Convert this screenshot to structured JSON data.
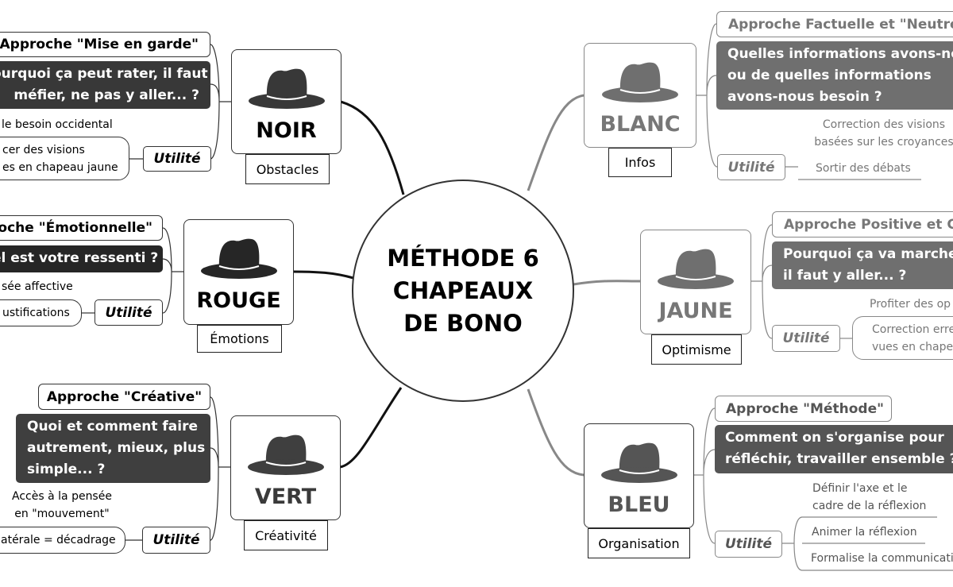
{
  "center": {
    "lines": [
      "MÉTHODE 6",
      "CHAPEAUX",
      "DE BONO"
    ]
  },
  "colors": {
    "dark": "#383838",
    "grey": "#6f6f6f"
  },
  "hats": {
    "noir": {
      "name": "NOIR",
      "label": "Obstacles",
      "approach": "Approche \"Mise en garde\"",
      "question": [
        "ourquoi ça peut rater, il faut",
        "méfier, ne pas y aller... ?"
      ],
      "note": "le besoin occidental",
      "utility": "Utilité",
      "uses": [
        "cer des visions",
        "es en chapeau jaune"
      ]
    },
    "rouge": {
      "name": "ROUGE",
      "label": "Émotions",
      "approach": "roche \"Émotionnelle\"",
      "question": [
        "el est votre ressenti ?"
      ],
      "note": "sée affective",
      "utility": "Utilité",
      "uses": [
        "ustifications"
      ]
    },
    "vert": {
      "name": "VERT",
      "label": "Créativité",
      "approach": "Approche \"Créative\"",
      "question": [
        "Quoi et comment faire",
        "autrement, mieux, plus",
        "simple... ?"
      ],
      "note": [
        "Accès à la pensée",
        "en \"mouvement\""
      ],
      "utility": "Utilité",
      "uses": [
        "atérale = décadrage"
      ]
    },
    "blanc": {
      "name": "BLANC",
      "label": "Infos",
      "approach": "Approche Factuelle et \"Neutre\"",
      "question": [
        "Quelles informations avons-nous",
        "ou de quelles informations",
        "avons-nous besoin ?"
      ],
      "note": [
        "Correction des visions",
        "basées sur les croyances"
      ],
      "utility": "Utilité",
      "uses": [
        "Sortir des débats"
      ]
    },
    "jaune": {
      "name": "JAUNE",
      "label": "Optimisme",
      "approach": "Approche Positive et Co",
      "question": [
        "Pourquoi ça va marcher,",
        "il faut y aller... ?"
      ],
      "note": "Profiter des op",
      "utility": "Utilité",
      "uses": [
        "Correction erre",
        "vues en chapea"
      ]
    },
    "bleu": {
      "name": "BLEU",
      "label": "Organisation",
      "approach": "Approche \"Méthode\"",
      "question": [
        "Comment on s'organise pour",
        "réfléchir, travailler ensemble ?"
      ],
      "note": [
        "Définir l'axe et le",
        "cadre de la réflexion"
      ],
      "utility": "Utilité",
      "uses": [
        "Animer la réflexion",
        "Formalise la communicati"
      ]
    }
  }
}
